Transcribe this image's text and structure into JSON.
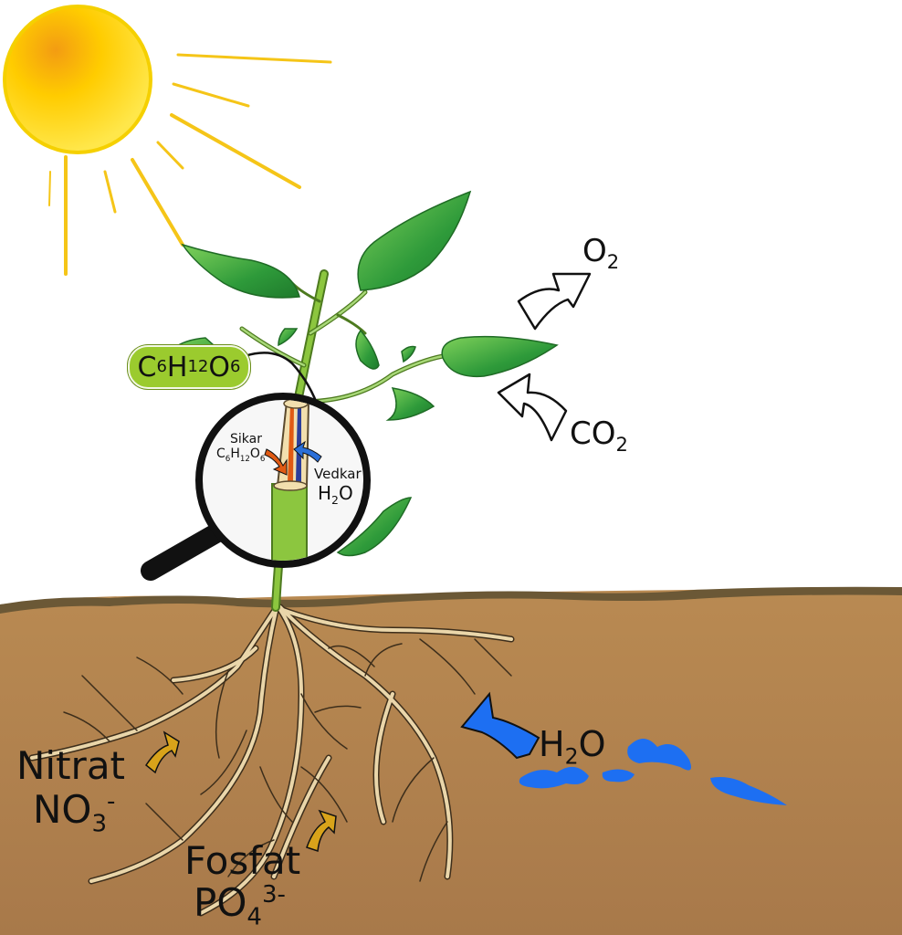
{
  "labels": {
    "o2": {
      "main": "O",
      "sub": "2"
    },
    "co2": {
      "main": "CO",
      "sub": "2"
    },
    "glucose": {
      "c": "C",
      "c_n": "6",
      "h": "H",
      "h_n": "12",
      "o": "O",
      "o_n": "6"
    },
    "sikar": "Sikar",
    "sikar_formula": {
      "c": "C",
      "c_n": "6",
      "h": "H",
      "h_n": "12",
      "o": "O",
      "o_n": "6"
    },
    "vedkar": "Vedkar",
    "vedkar_formula": {
      "main": "H",
      "sub": "2",
      "tail": "O"
    },
    "soil_water": {
      "main": "H",
      "sub": "2",
      "tail": "O"
    },
    "nitrat": "Nitrat",
    "nitrat_formula": {
      "main": "NO",
      "sub": "3",
      "sup": "-"
    },
    "fosfat": "Fosfat",
    "fosfat_formula": {
      "main": "PO",
      "sub": "4",
      "sup": "3-"
    }
  },
  "colors": {
    "sun": "#ffd400",
    "sun_ray": "#f5c518",
    "leaf": "#2e9a3a",
    "leaf_light": "#6fc84a",
    "stem": "#8cc63f",
    "soil": "#b5864d",
    "soil_top": "#6b5836",
    "root": "#e8d2a6",
    "water": "#1d6ff2",
    "nutrient_arrow": "#d8a31a",
    "sikar_arrow": "#e05a14"
  }
}
